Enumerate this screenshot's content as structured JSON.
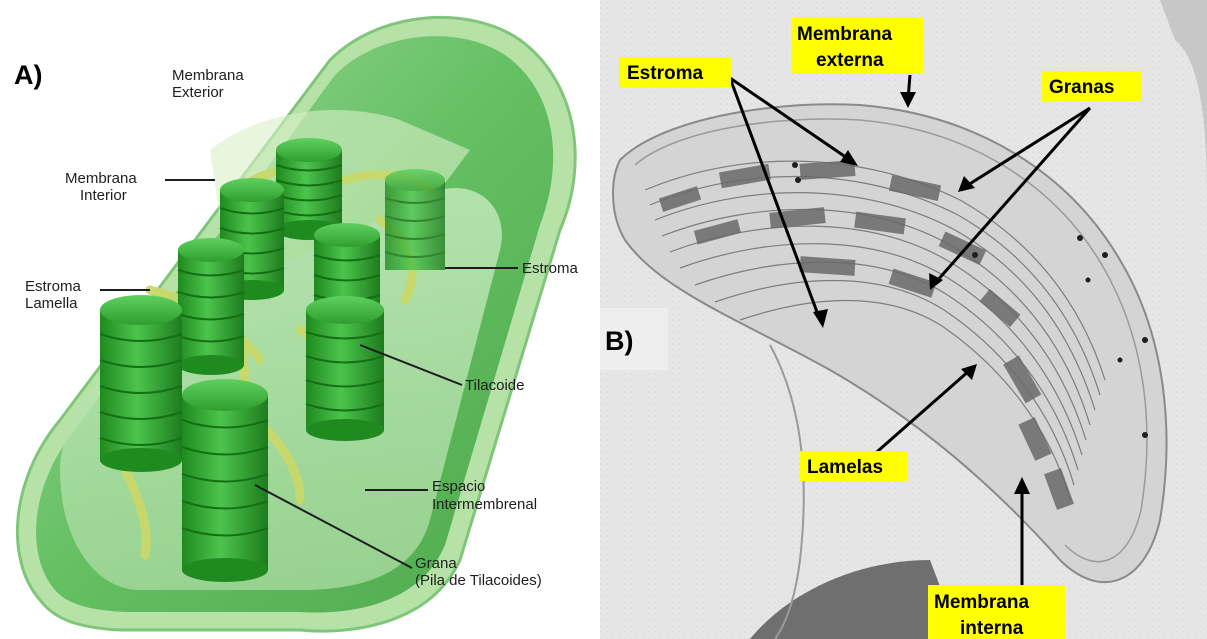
{
  "panel_a": {
    "letter": "A)",
    "labels": {
      "outer_membrane_l1": "Membrana",
      "outer_membrane_l2": "Exterior",
      "inner_membrane_l1": "Membrana",
      "inner_membrane_l2": "Interior",
      "stroma_lamella_l1": "Estroma",
      "stroma_lamella_l2": "Lamella",
      "stroma": "Estroma",
      "thylakoid": "Tilacoide",
      "intermembrane_l1": "Espacio",
      "intermembrane_l2": "Intermembrenal",
      "grana_l1": "Grana",
      "grana_l2": "(Pila de Tilacoides)"
    }
  },
  "panel_b": {
    "letter": "B)",
    "labels": {
      "estroma": "Estroma",
      "outer_membrane_l1": "Membrana",
      "outer_membrane_l2": "externa",
      "granas": "Granas",
      "lamelas": "Lamelas",
      "inner_membrane_l1": "Membrana",
      "inner_membrane_l2": "interna"
    }
  },
  "colors": {
    "chloroplast_green": "#3fae3f",
    "grana_green": "#2f9a2f",
    "lamella_yellow": "#c9d86a",
    "label_highlight": "#ffff00"
  }
}
